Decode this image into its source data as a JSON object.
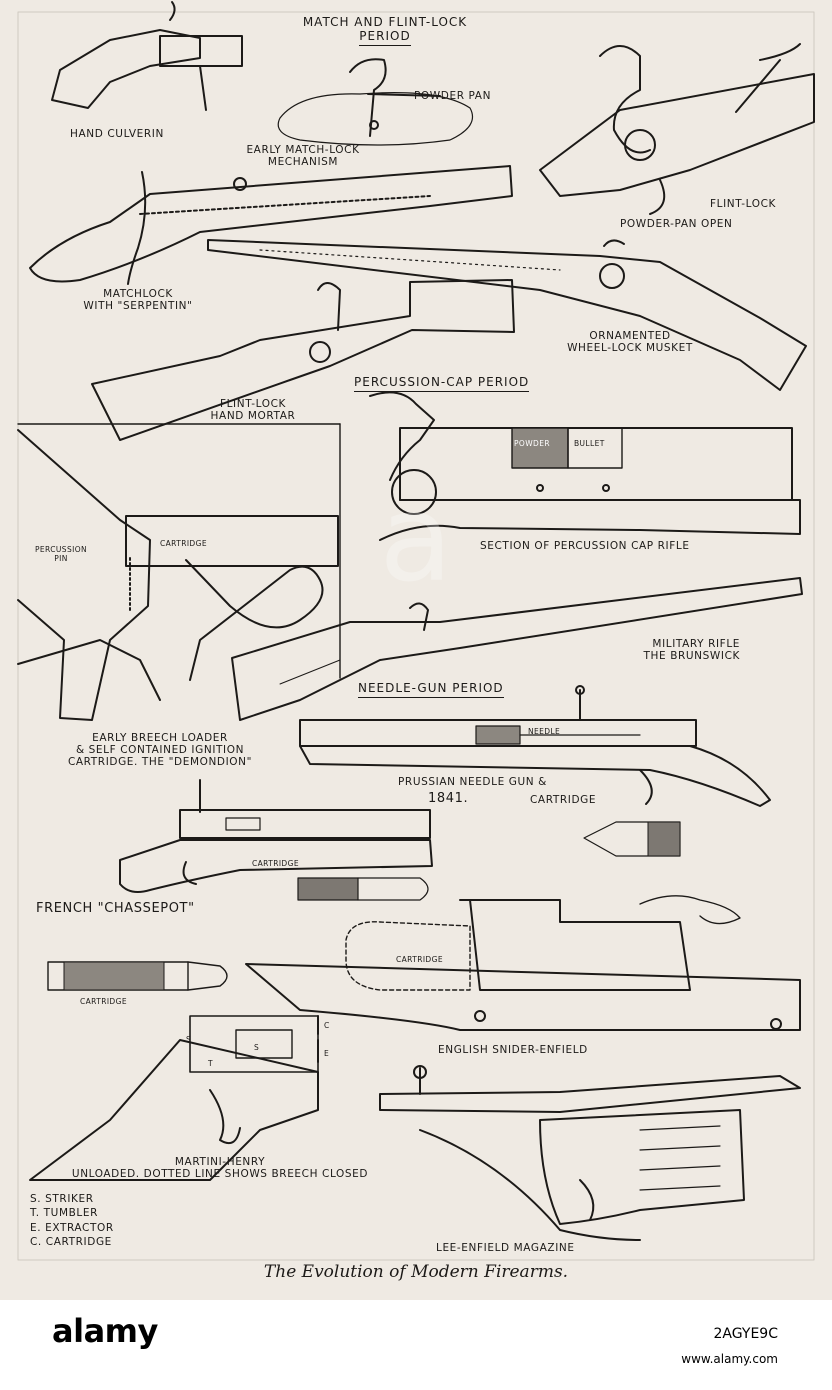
{
  "plate": {
    "sections": {
      "match_flint": [
        "MATCH AND FLINT-LOCK",
        "PERIOD"
      ],
      "percussion": "PERCUSSION-CAP PERIOD",
      "needle": "NEEDLE-GUN PERIOD"
    },
    "labels": {
      "hand_culverin": "HAND CULVERIN",
      "powder_pan": "POWDER PAN",
      "early_matchlock": [
        "EARLY MATCH-LOCK",
        "MECHANISM"
      ],
      "flint_lock": "FLINT-LOCK",
      "powder_pan_open": "POWDER-PAN OPEN",
      "matchlock_serpentin": [
        "MATCHLOCK",
        "WITH \"SERPENTIN\""
      ],
      "wheel_lock": [
        "ORNAMENTED",
        "WHEEL-LOCK MUSKET"
      ],
      "flint_mortar": [
        "FLINT-LOCK",
        "HAND MORTAR"
      ],
      "powder": "POWDER",
      "bullet": "BULLET",
      "percussion_pin": [
        "PERCUSSION",
        "PIN"
      ],
      "cartridge": "CARTRIDGE",
      "section_percussion": "SECTION OF PERCUSSION CAP RIFLE",
      "military_rifle": [
        "MILITARY RIFLE",
        "THE BRUNSWICK"
      ],
      "early_breech": [
        "EARLY BREECH LOADER",
        "& SELF CONTAINED IGNITION",
        "CARTRIDGE. THE \"DEMONDION\""
      ],
      "needle": "NEEDLE",
      "prussian": [
        "PRUSSIAN   NEEDLE GUN &",
        "1841.",
        "CARTRIDGE"
      ],
      "chassepot": "FRENCH \"CHASSEPOT\"",
      "snider": "ENGLISH SNIDER-ENFIELD",
      "mh_s": "S",
      "mh_t": "T",
      "mh_e": "E",
      "mh_c": "C",
      "martini": [
        "MARTINI-HENRY",
        "UNLOADED. DOTTED LINE SHOWS BREECH CLOSED"
      ],
      "legend": [
        "S. STRIKER",
        "T. TUMBLER",
        "E. EXTRACTOR",
        "C. CARTRIDGE"
      ],
      "lee_enfield": "LEE-ENFIELD MAGAZINE"
    },
    "caption": "The Evolution of Modern Firearms."
  },
  "footer": {
    "brand": "alamy",
    "image_id": "2AGYE9C",
    "site": "www.alamy.com"
  },
  "watermark": "a"
}
